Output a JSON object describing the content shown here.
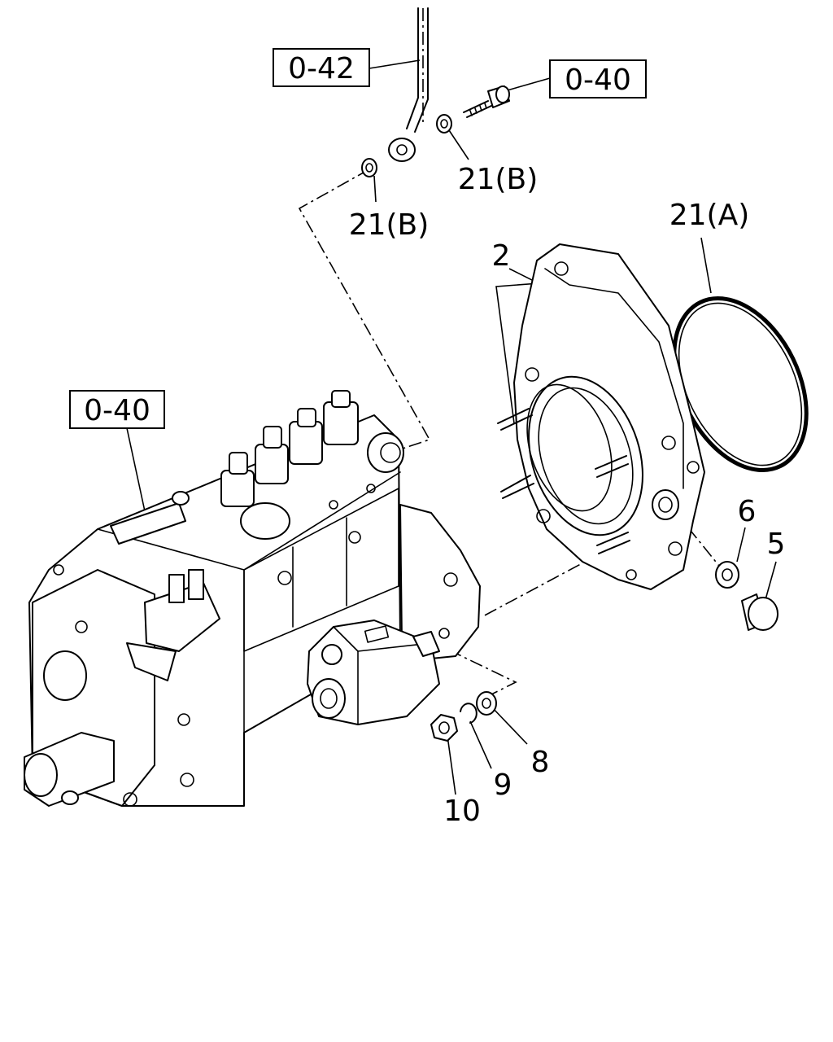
{
  "references": [
    {
      "id": "ref-top-left",
      "text": "0-42"
    },
    {
      "id": "ref-top-right",
      "text": "0-40"
    },
    {
      "id": "ref-pump",
      "text": "0-40"
    }
  ],
  "callouts": [
    {
      "id": "callout-2",
      "text": "2"
    },
    {
      "id": "callout-21a",
      "text": "21(A)"
    },
    {
      "id": "callout-21b-left",
      "text": "21(B)"
    },
    {
      "id": "callout-21b-right",
      "text": "21(B)"
    },
    {
      "id": "callout-5",
      "text": "5"
    },
    {
      "id": "callout-6",
      "text": "6"
    },
    {
      "id": "callout-8",
      "text": "8"
    },
    {
      "id": "callout-9",
      "text": "9"
    },
    {
      "id": "callout-10",
      "text": "10"
    }
  ]
}
